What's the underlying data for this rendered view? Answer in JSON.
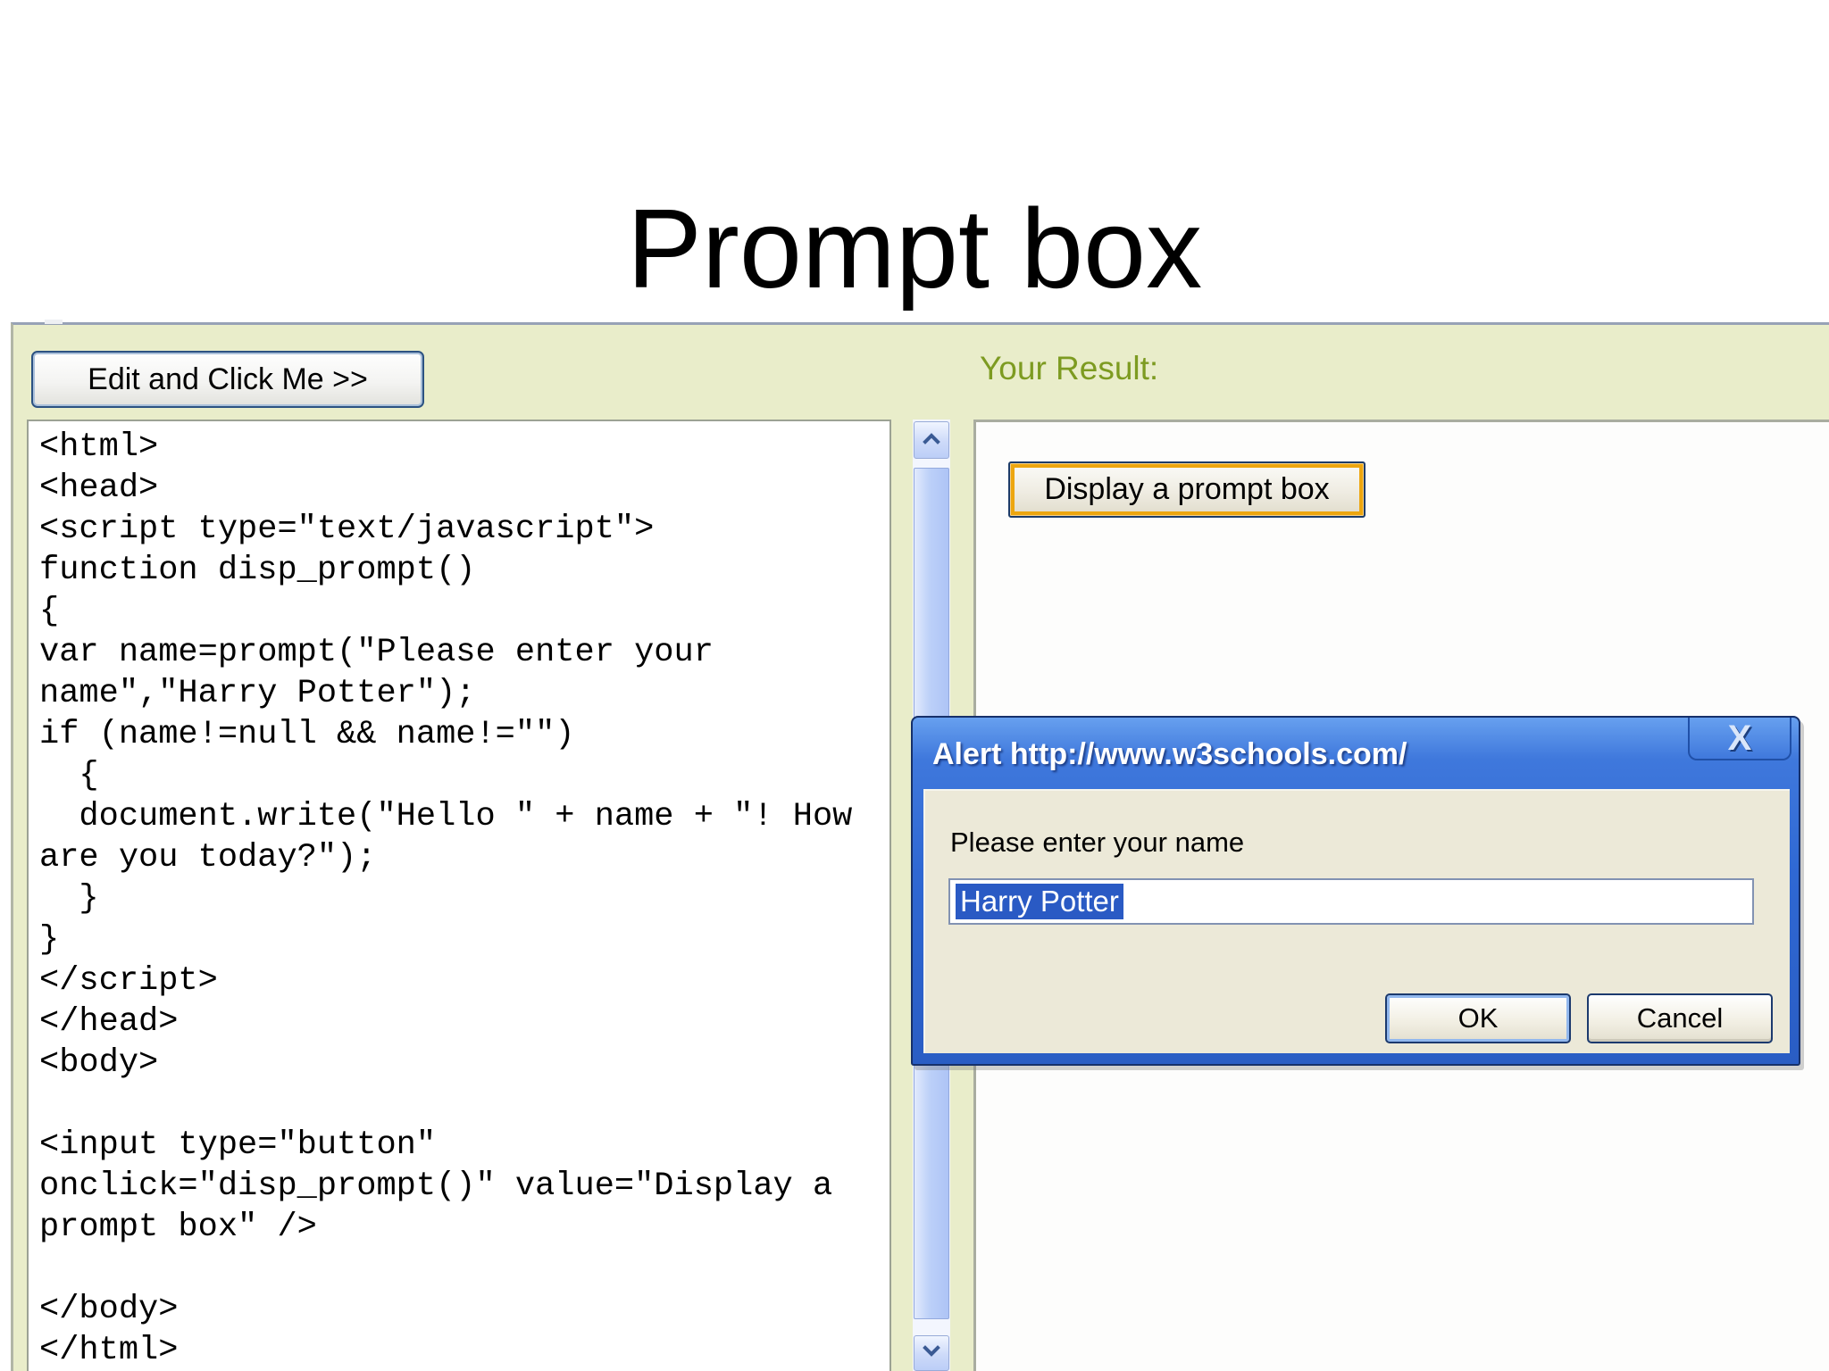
{
  "page": {
    "title": "Prompt box"
  },
  "editor": {
    "edit_button_label": "Edit and Click Me >>",
    "code_text": "<html>\n<head>\n<script type=\"text/javascript\">\nfunction disp_prompt()\n{\nvar name=prompt(\"Please enter your\nname\",\"Harry Potter\");\nif (name!=null && name!=\"\")\n  {\n  document.write(\"Hello \" + name + \"! How\nare you today?\");\n  }\n}\n</script>\n</head>\n<body>\n\n<input type=\"button\"\nonclick=\"disp_prompt()\" value=\"Display a\nprompt box\" />\n\n</body>\n</html>",
    "result_label": "Your Result:",
    "display_button_label": "Display a prompt box"
  },
  "dialog": {
    "title": "Alert http://www.w3schools.com/",
    "close_label": "X",
    "message": "Please enter your name",
    "input_value": "Harry Potter",
    "ok_label": "OK",
    "cancel_label": "Cancel"
  },
  "icons": {
    "scroll_up": "chevron-up",
    "scroll_down": "chevron-down",
    "close": "x-glyph"
  },
  "colors": {
    "workspace_green": "#e9edca",
    "result_label_olive": "#7d9b21",
    "titlebar_blue": "#2f68d3",
    "selection_blue": "#2a5ac4",
    "focus_ring_orange": "#eda60f",
    "dialog_face_beige": "#ece9d8",
    "scrollbar_blue": "#bcd0f8"
  }
}
